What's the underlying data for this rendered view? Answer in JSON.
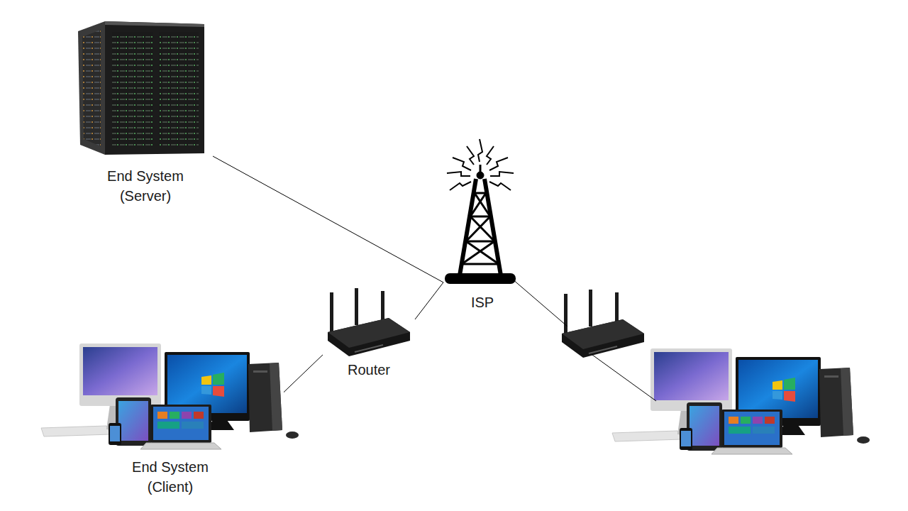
{
  "diagram": {
    "nodes": [
      {
        "text": [
          "End System (Server)"
        ]
      },
      {
        "text": [
          "ISP"
        ]
      },
      {
        "text": [
          "Router"
        ]
      },
      {
        "text": [
          "End System (Client)"
        ]
      }
    ],
    "edges": [
      {
        "from": 0,
        "to": 1,
        "arrow": "none"
      },
      {
        "from": 1,
        "to": 2,
        "arrow": "none"
      },
      {
        "from": 2,
        "to": 3,
        "arrow": "none"
      }
    ]
  }
}
